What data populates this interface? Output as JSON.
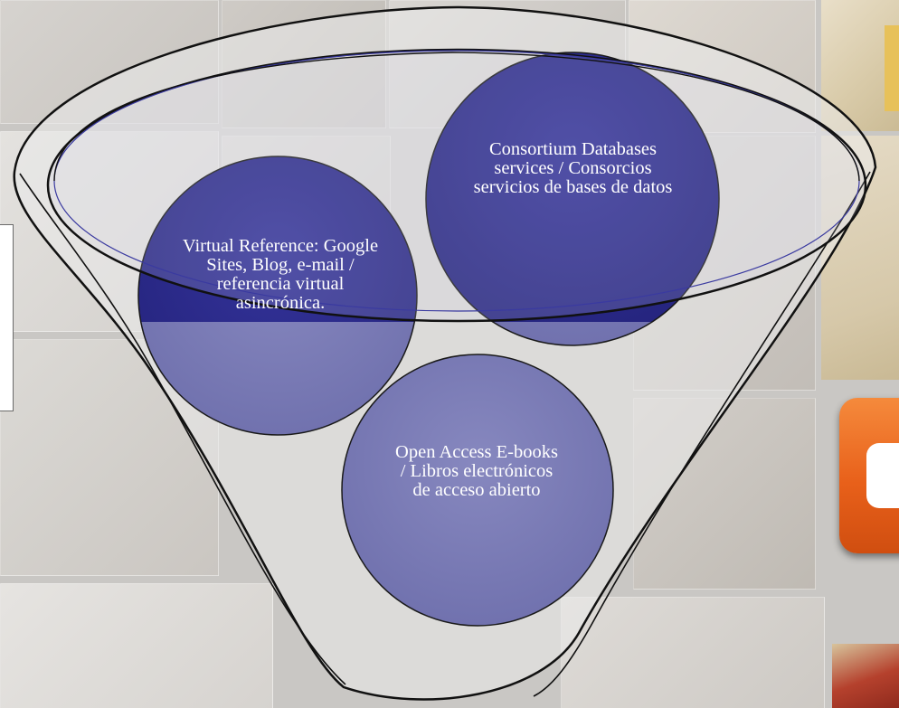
{
  "diagram": {
    "circles": [
      {
        "id": "virtual-reference",
        "label": "Virtual Reference: Google Sites, Blog, e-mail / referencia virtual asincrónica.",
        "color": "#2e2d8f"
      },
      {
        "id": "consortium-databases",
        "label": "Consortium Databases services / Consorcios servicios de bases de datos",
        "color": "#2e2d8f"
      },
      {
        "id": "open-access-ebooks",
        "label": "Open Access E-books  / Libros electrónicos de acceso abierto",
        "color": "#5f5fa8"
      }
    ],
    "colors": {
      "circle_dark": "#2e2d8f",
      "circle_light": "#7c7db6",
      "funnel_fill": "#e8e8e8",
      "outline": "#111111",
      "rim_accent": "#3a3aa0"
    }
  },
  "side_decorations": {
    "blog_icon": "blogger-icon",
    "blog_icon_color": "#e8601a"
  }
}
